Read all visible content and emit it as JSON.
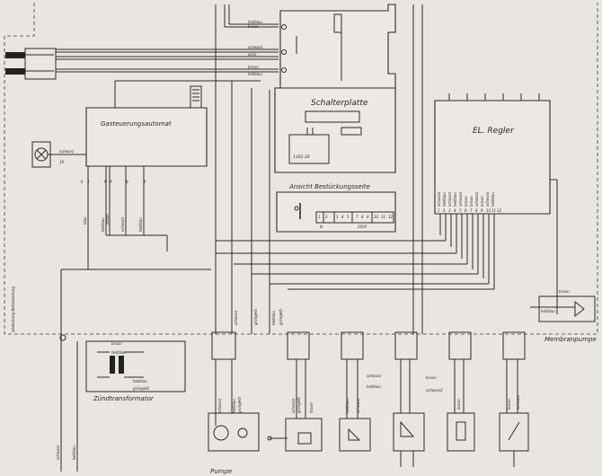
{
  "titles": {
    "schalterplatte": "Schalterplatte",
    "gasteuerungsautomat": "Gasteuerungsautomat",
    "el_regler": "EL. Regler",
    "ansicht": "Ansicht Bestückungsseite",
    "zuendtransformator": "Zündtransformator",
    "membranpumpe": "Membranpumpe",
    "pumpe": "Pumpe",
    "part_number": "1302 28"
  },
  "top_wires": [
    "hellblau",
    "braun",
    "schwarz",
    "grün",
    "braun",
    "hellblau"
  ],
  "bestueckung": {
    "terminals": [
      "1",
      "2",
      "3",
      "4",
      "5",
      "7",
      "8",
      "9",
      "10",
      "11",
      "12"
    ],
    "group_labels": [
      "N",
      "220V"
    ]
  },
  "automat": {
    "terminals": [
      "II",
      "I",
      "N",
      "A",
      "B",
      "II"
    ],
    "wires": [
      "blau",
      "hellblau",
      "braun",
      "schwarz",
      "hellblau"
    ],
    "side": [
      "schwarz",
      "19"
    ]
  },
  "regler_wires": [
    "schwarz",
    "hellblau",
    "schwarz",
    "hellblau",
    "schwarz",
    "braun",
    "braun",
    "schwarz",
    "braun",
    "schwarz",
    "hellblau"
  ],
  "regler_terminals": [
    "1",
    "2",
    "3",
    "4",
    "5",
    "6",
    "7",
    "8",
    "9",
    "10",
    "11",
    "12"
  ],
  "mid_labels": [
    "schwarz",
    "grüngelb",
    "hellblau",
    "grüngelb"
  ],
  "membran_labels": [
    "braun",
    "hellblau"
  ],
  "zuend_labels": [
    "braun",
    "hellblau",
    "hellblau",
    "grüngelb"
  ],
  "bottom_labels": [
    "schwarz",
    "hellblau",
    "grüngelb",
    "schwarz",
    "grüngelb",
    "braun",
    "hellblau",
    "schwarz",
    "schwarz",
    "braun",
    "schwarz2",
    "hellblau",
    "braun",
    "braun",
    "schwarz"
  ],
  "left_vertical": [
    "schwarz",
    "hellblau",
    "abdeckung Netzzuleitung"
  ]
}
